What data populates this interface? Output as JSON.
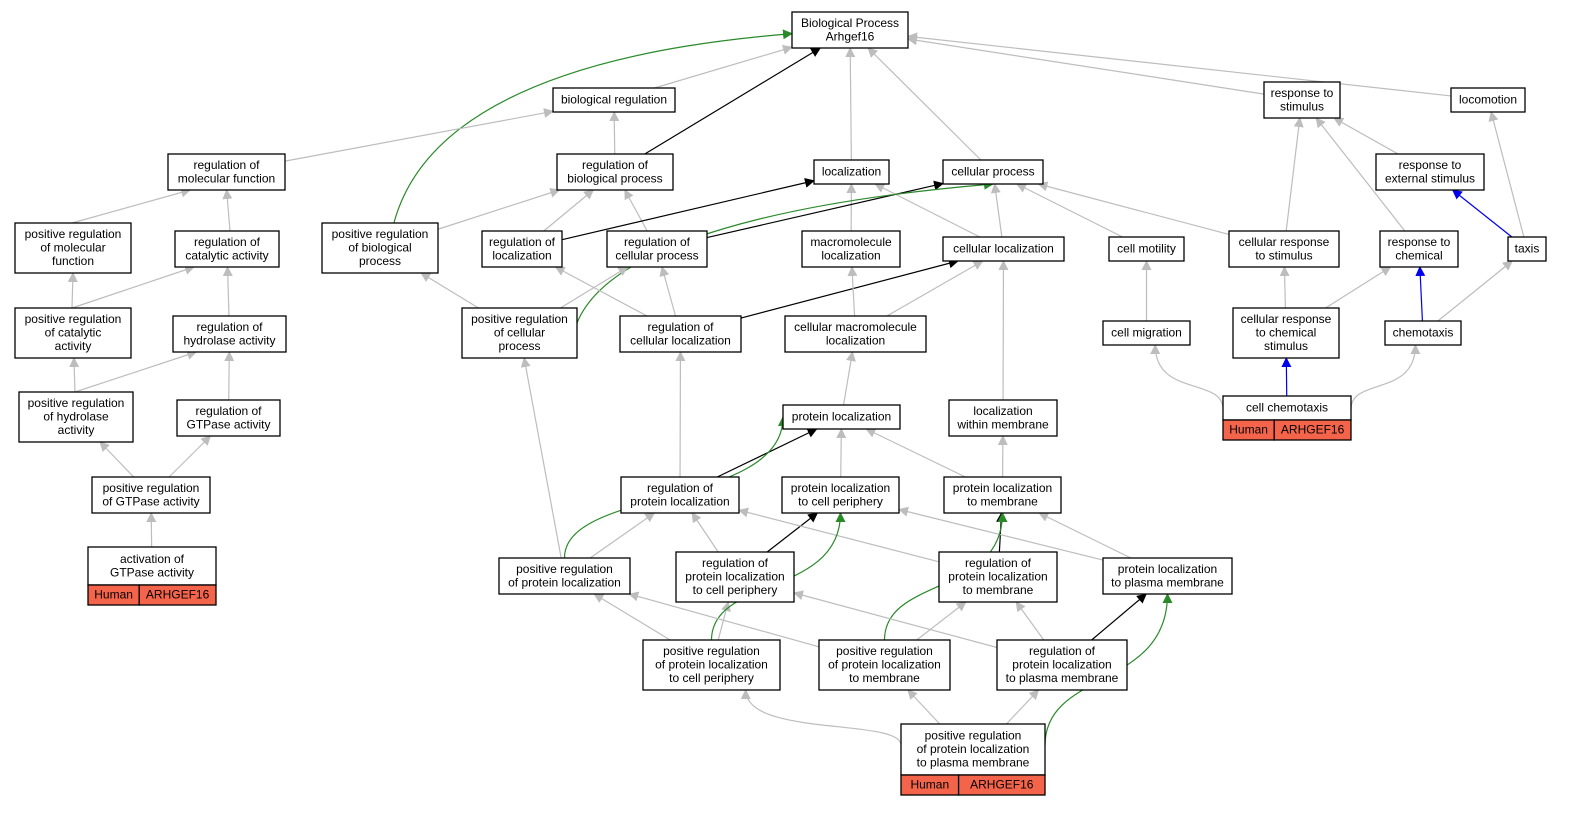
{
  "colors": {
    "gray": "#bdbdbd",
    "black": "#000000",
    "green": "#2a8a2a",
    "blue": "#0000ee",
    "gene_fill": "#f4644a"
  },
  "nodes": [
    {
      "id": "bp",
      "lines": [
        "Biological Process",
        "Arhgef16"
      ]
    },
    {
      "id": "bioreg",
      "lines": [
        "biological regulation"
      ]
    },
    {
      "id": "resp",
      "lines": [
        "response to",
        "stimulus"
      ]
    },
    {
      "id": "loco",
      "lines": [
        "locomotion"
      ]
    },
    {
      "id": "regmol",
      "lines": [
        "regulation of",
        "molecular function"
      ]
    },
    {
      "id": "regbio",
      "lines": [
        "regulation of",
        "biological process"
      ]
    },
    {
      "id": "loc",
      "lines": [
        "localization"
      ]
    },
    {
      "id": "cellproc",
      "lines": [
        "cellular process"
      ]
    },
    {
      "id": "respext",
      "lines": [
        "response to",
        "external stimulus"
      ]
    },
    {
      "id": "posmol",
      "lines": [
        "positive regulation",
        "of molecular",
        "function"
      ]
    },
    {
      "id": "regcat",
      "lines": [
        "regulation of",
        "catalytic activity"
      ]
    },
    {
      "id": "posbio",
      "lines": [
        "positive regulation",
        "of biological",
        "process"
      ]
    },
    {
      "id": "regloc",
      "lines": [
        "regulation of",
        "localization"
      ]
    },
    {
      "id": "regcell",
      "lines": [
        "regulation of",
        "cellular process"
      ]
    },
    {
      "id": "macloc",
      "lines": [
        "macromolecule",
        "localization"
      ]
    },
    {
      "id": "cellloc",
      "lines": [
        "cellular localization"
      ]
    },
    {
      "id": "cellmot",
      "lines": [
        "cell motility"
      ]
    },
    {
      "id": "cellresp",
      "lines": [
        "cellular response",
        "to stimulus"
      ]
    },
    {
      "id": "respchem",
      "lines": [
        "response to",
        "chemical"
      ]
    },
    {
      "id": "taxis",
      "lines": [
        "taxis"
      ]
    },
    {
      "id": "poscat",
      "lines": [
        "positive regulation",
        "of catalytic",
        "activity"
      ]
    },
    {
      "id": "reghyd",
      "lines": [
        "regulation of",
        "hydrolase activity"
      ]
    },
    {
      "id": "poscellp",
      "lines": [
        "positive regulation",
        "of cellular",
        "process"
      ]
    },
    {
      "id": "regcellloc",
      "lines": [
        "regulation of",
        "cellular localization"
      ]
    },
    {
      "id": "cellmacloc",
      "lines": [
        "cellular macromolecule",
        "localization"
      ]
    },
    {
      "id": "cellmig",
      "lines": [
        "cell migration"
      ]
    },
    {
      "id": "cellrespchem",
      "lines": [
        "cellular response",
        "to chemical",
        "stimulus"
      ]
    },
    {
      "id": "chemo",
      "lines": [
        "chemotaxis"
      ]
    },
    {
      "id": "poshyd",
      "lines": [
        "positive regulation",
        "of hydrolase",
        "activity"
      ]
    },
    {
      "id": "reggtp",
      "lines": [
        "regulation of",
        "GTPase activity"
      ]
    },
    {
      "id": "protloc",
      "lines": [
        "protein localization"
      ]
    },
    {
      "id": "locmem",
      "lines": [
        "localization",
        "within membrane"
      ]
    },
    {
      "id": "cellchemo",
      "lines": [
        "cell chemotaxis"
      ],
      "gene": [
        "Human",
        "ARHGEF16"
      ]
    },
    {
      "id": "posgtp",
      "lines": [
        "positive regulation",
        "of GTPase activity"
      ]
    },
    {
      "id": "regprotloc",
      "lines": [
        "regulation of",
        "protein localization"
      ]
    },
    {
      "id": "protlocper",
      "lines": [
        "protein localization",
        "to cell periphery"
      ]
    },
    {
      "id": "protlocmem",
      "lines": [
        "protein localization",
        "to membrane"
      ]
    },
    {
      "id": "actgtp",
      "lines": [
        "activation of",
        "GTPase activity"
      ],
      "gene": [
        "Human",
        "ARHGEF16"
      ]
    },
    {
      "id": "posprotloc",
      "lines": [
        "positive regulation",
        "of protein localization"
      ]
    },
    {
      "id": "regplper",
      "lines": [
        "regulation of",
        "protein localization",
        "to cell periphery"
      ]
    },
    {
      "id": "regplmem",
      "lines": [
        "regulation of",
        "protein localization",
        "to membrane"
      ]
    },
    {
      "id": "protlocpm",
      "lines": [
        "protein localization",
        "to plasma membrane"
      ]
    },
    {
      "id": "posplper",
      "lines": [
        "positive regulation",
        "of protein localization",
        "to cell periphery"
      ]
    },
    {
      "id": "posplmem",
      "lines": [
        "positive regulation",
        "of protein localization",
        "to membrane"
      ]
    },
    {
      "id": "regplpm",
      "lines": [
        "regulation of",
        "protein localization",
        "to plasma membrane"
      ]
    },
    {
      "id": "posplpm",
      "lines": [
        "positive regulation",
        "of protein localization",
        "to plasma membrane"
      ],
      "gene": [
        "Human",
        "ARHGEF16"
      ]
    }
  ],
  "edges": [
    {
      "from": "bioreg",
      "to": "bp",
      "color": "gray"
    },
    {
      "from": "regbio",
      "to": "bp",
      "color": "black"
    },
    {
      "from": "loc",
      "to": "bp",
      "color": "gray"
    },
    {
      "from": "cellproc",
      "to": "bp",
      "color": "gray"
    },
    {
      "from": "resp",
      "to": "bp",
      "color": "gray"
    },
    {
      "from": "loco",
      "to": "bp",
      "color": "gray"
    },
    {
      "from": "posbio",
      "to": "bp",
      "color": "green"
    },
    {
      "from": "regmol",
      "to": "bioreg",
      "color": "gray"
    },
    {
      "from": "regbio",
      "to": "bioreg",
      "color": "gray"
    },
    {
      "from": "posmol",
      "to": "regmol",
      "color": "gray"
    },
    {
      "from": "regcat",
      "to": "regmol",
      "color": "gray"
    },
    {
      "from": "posbio",
      "to": "regbio",
      "color": "gray"
    },
    {
      "from": "regloc",
      "to": "regbio",
      "color": "gray"
    },
    {
      "from": "regcell",
      "to": "regbio",
      "color": "gray"
    },
    {
      "from": "regloc",
      "to": "loc",
      "color": "black"
    },
    {
      "from": "macloc",
      "to": "loc",
      "color": "gray"
    },
    {
      "from": "cellloc",
      "to": "loc",
      "color": "gray"
    },
    {
      "from": "regcell",
      "to": "cellproc",
      "color": "black"
    },
    {
      "from": "cellloc",
      "to": "cellproc",
      "color": "gray"
    },
    {
      "from": "cellmot",
      "to": "cellproc",
      "color": "gray"
    },
    {
      "from": "cellresp",
      "to": "cellproc",
      "color": "gray"
    },
    {
      "from": "poscellp",
      "to": "cellproc",
      "color": "green"
    },
    {
      "from": "cellresp",
      "to": "resp",
      "color": "gray"
    },
    {
      "from": "respchem",
      "to": "resp",
      "color": "gray"
    },
    {
      "from": "respext",
      "to": "resp",
      "color": "gray"
    },
    {
      "from": "taxis",
      "to": "loco",
      "color": "gray"
    },
    {
      "from": "taxis",
      "to": "respext",
      "color": "blue"
    },
    {
      "from": "poscat",
      "to": "posmol",
      "color": "gray"
    },
    {
      "from": "poscat",
      "to": "regcat",
      "color": "gray"
    },
    {
      "from": "reghyd",
      "to": "regcat",
      "color": "gray"
    },
    {
      "from": "poshyd",
      "to": "poscat",
      "color": "gray"
    },
    {
      "from": "poshyd",
      "to": "reghyd",
      "color": "gray"
    },
    {
      "from": "reggtp",
      "to": "reghyd",
      "color": "gray"
    },
    {
      "from": "posgtp",
      "to": "poshyd",
      "color": "gray"
    },
    {
      "from": "posgtp",
      "to": "reggtp",
      "color": "gray"
    },
    {
      "from": "actgtp",
      "to": "posgtp",
      "color": "gray"
    },
    {
      "from": "poscellp",
      "to": "posbio",
      "color": "gray"
    },
    {
      "from": "poscellp",
      "to": "regcell",
      "color": "gray"
    },
    {
      "from": "regcellloc",
      "to": "regcell",
      "color": "gray"
    },
    {
      "from": "regcellloc",
      "to": "regloc",
      "color": "gray"
    },
    {
      "from": "regcellloc",
      "to": "cellloc",
      "color": "black"
    },
    {
      "from": "cellmacloc",
      "to": "cellloc",
      "color": "gray"
    },
    {
      "from": "cellmacloc",
      "to": "macloc",
      "color": "gray"
    },
    {
      "from": "locmem",
      "to": "cellloc",
      "color": "gray"
    },
    {
      "from": "cellmig",
      "to": "cellmot",
      "color": "gray"
    },
    {
      "from": "cellrespchem",
      "to": "cellresp",
      "color": "gray"
    },
    {
      "from": "cellrespchem",
      "to": "respchem",
      "color": "gray"
    },
    {
      "from": "chemo",
      "to": "respchem",
      "color": "blue"
    },
    {
      "from": "chemo",
      "to": "taxis",
      "color": "gray"
    },
    {
      "from": "cellchemo",
      "to": "cellmig",
      "color": "gray",
      "curve": "left"
    },
    {
      "from": "cellchemo",
      "to": "cellrespchem",
      "color": "blue"
    },
    {
      "from": "cellchemo",
      "to": "chemo",
      "color": "gray",
      "curve": "right"
    },
    {
      "from": "protloc",
      "to": "cellmacloc",
      "color": "gray"
    },
    {
      "from": "regprotloc",
      "to": "regcellloc",
      "color": "gray"
    },
    {
      "from": "regprotloc",
      "to": "protloc",
      "color": "black"
    },
    {
      "from": "protlocper",
      "to": "protloc",
      "color": "gray"
    },
    {
      "from": "protlocmem",
      "to": "protloc",
      "color": "gray"
    },
    {
      "from": "protlocmem",
      "to": "locmem",
      "color": "gray"
    },
    {
      "from": "posprotloc",
      "to": "poscellp",
      "color": "gray"
    },
    {
      "from": "posprotloc",
      "to": "regprotloc",
      "color": "gray"
    },
    {
      "from": "posprotloc",
      "to": "protloc",
      "color": "green"
    },
    {
      "from": "regplper",
      "to": "regprotloc",
      "color": "gray"
    },
    {
      "from": "regplper",
      "to": "protlocper",
      "color": "black"
    },
    {
      "from": "regplmem",
      "to": "regprotloc",
      "color": "gray"
    },
    {
      "from": "regplmem",
      "to": "protlocmem",
      "color": "black"
    },
    {
      "from": "protlocpm",
      "to": "protlocper",
      "color": "gray"
    },
    {
      "from": "protlocpm",
      "to": "protlocmem",
      "color": "gray"
    },
    {
      "from": "posplper",
      "to": "posprotloc",
      "color": "gray"
    },
    {
      "from": "posplper",
      "to": "regplper",
      "color": "gray"
    },
    {
      "from": "posplper",
      "to": "protlocper",
      "color": "green"
    },
    {
      "from": "posplmem",
      "to": "posprotloc",
      "color": "gray"
    },
    {
      "from": "posplmem",
      "to": "regplmem",
      "color": "gray"
    },
    {
      "from": "posplmem",
      "to": "protlocmem",
      "color": "green"
    },
    {
      "from": "regplpm",
      "to": "regplper",
      "color": "gray"
    },
    {
      "from": "regplpm",
      "to": "regplmem",
      "color": "gray"
    },
    {
      "from": "regplpm",
      "to": "protlocpm",
      "color": "black"
    },
    {
      "from": "posplpm",
      "to": "posplper",
      "color": "gray",
      "curve": "left"
    },
    {
      "from": "posplpm",
      "to": "posplmem",
      "color": "gray"
    },
    {
      "from": "posplpm",
      "to": "regplpm",
      "color": "gray"
    },
    {
      "from": "posplpm",
      "to": "protlocpm",
      "color": "green",
      "curve": "right"
    }
  ]
}
